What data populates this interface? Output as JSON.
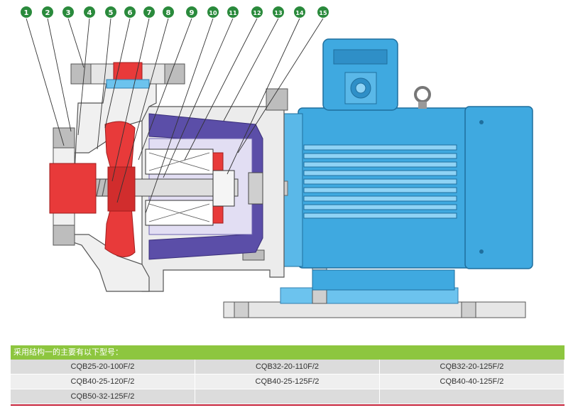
{
  "callouts": [
    "1",
    "2",
    "3",
    "4",
    "5",
    "6",
    "7",
    "8",
    "9",
    "10",
    "11",
    "12",
    "13",
    "14",
    "15"
  ],
  "models": {
    "header": "采用结构一的主要有以下型号：",
    "rows": [
      [
        "CQB25-20-100F/2",
        "CQB32-20-110F/2",
        "CQB32-20-125F/2"
      ],
      [
        "CQB40-25-120F/2",
        "CQB40-25-125F/2",
        "CQB40-40-125F/2"
      ],
      [
        "CQB50-32-125F/2",
        "",
        ""
      ]
    ]
  },
  "colors": {
    "motor_blue": "#3fa9e0",
    "pump_red": "#e83a3a",
    "magnet_purple": "#5b4ea8",
    "header_green": "#8dc63f",
    "callout_green": "#2a8a3c"
  }
}
